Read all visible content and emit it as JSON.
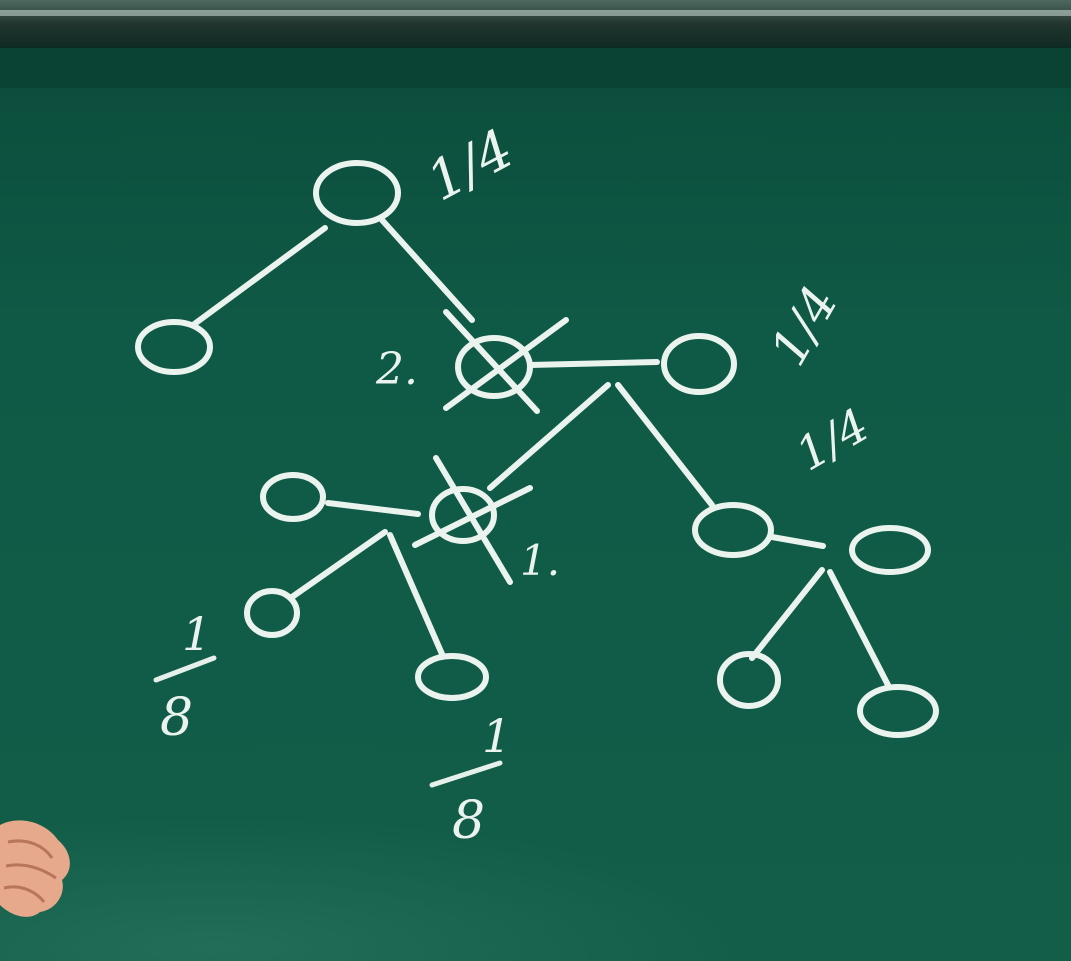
{
  "board": {
    "color": "#0f5a46",
    "chalk_color": "#eaf3ee",
    "frame_color": "#2e4a40"
  },
  "annotations": {
    "root_prob": "1/4",
    "mid_prob": "1/4",
    "right_prob": "1/4",
    "left_leaf_denominator": "8",
    "center_leaf_denominator": "8",
    "one_numerator": "1",
    "step_two": "2.",
    "step_one": "1."
  }
}
